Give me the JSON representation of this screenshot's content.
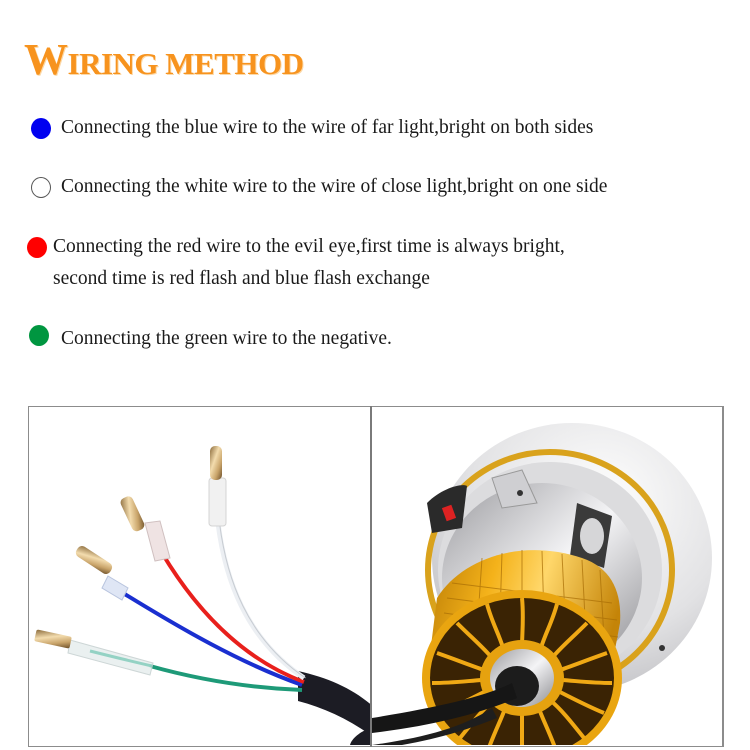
{
  "header": {
    "title_first_letter": "W",
    "title_rest": "IRING METHOD",
    "title_full": "Wiring method",
    "title_color": "#f7931e"
  },
  "instructions": [
    {
      "color_name": "blue",
      "dot_color": "#0000f0",
      "text": "Connecting the blue wire to the wire of far light,bright on both sides"
    },
    {
      "color_name": "white",
      "dot_color": "#ffffff",
      "text": "Connecting the white wire to the wire of close light,bright on one side"
    },
    {
      "color_name": "red",
      "dot_color": "#ff0000",
      "text": "Connecting the red wire to the evil eye,first time is always bright,",
      "text_line2": "second time is red flash and blue flash exchange"
    },
    {
      "color_name": "green",
      "dot_color": "#009640",
      "text": "Connecting the green wire to the negative."
    }
  ],
  "photos": [
    {
      "id": "wires",
      "description": "Four colored wires (green, blue, red, white) with bullet connectors joining into black sheathed cable"
    },
    {
      "id": "lamp",
      "description": "Rear view of round projector lamp with gold finned heatsink, silver housing and cable exit"
    }
  ]
}
